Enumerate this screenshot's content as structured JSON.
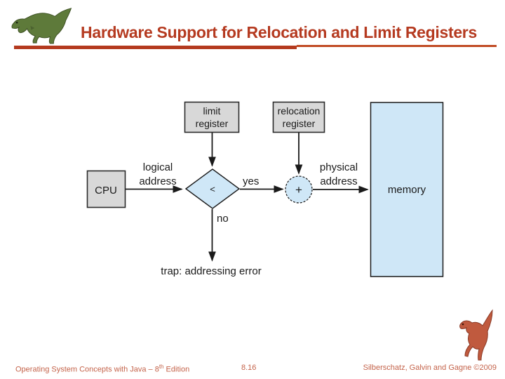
{
  "slide": {
    "title": "Hardware Support for Relocation and Limit Registers",
    "page_number": "8.16",
    "footer_left": {
      "main": "Operating System Concepts  with Java – 8",
      "superscript": "th",
      "tail": " Edition"
    },
    "footer_right": "Silberschatz, Galvin and Gagne ©2009"
  },
  "icons": {
    "header_logo": "green-dinosaur-icon",
    "footer_logo": "red-dinosaur-icon"
  },
  "diagram": {
    "cpu": "CPU",
    "limit_register": {
      "line1": "limit",
      "line2": "register"
    },
    "relocation_register": {
      "line1": "relocation",
      "line2": "register"
    },
    "comparator": "<",
    "adder": "+",
    "memory": "memory",
    "logical_address": {
      "line1": "logical",
      "line2": "address"
    },
    "physical_address": {
      "line1": "physical",
      "line2": "address"
    },
    "yes": "yes",
    "no": "no",
    "trap": "trap: addressing error"
  },
  "colors": {
    "title_red": "#b53a20",
    "underline_red": "#bf4123",
    "footer_red": "#c4634a",
    "register_box_fill": "#d8d8d8",
    "node_fill": "#cfe7f7",
    "line_color": "#1a1a1a"
  }
}
